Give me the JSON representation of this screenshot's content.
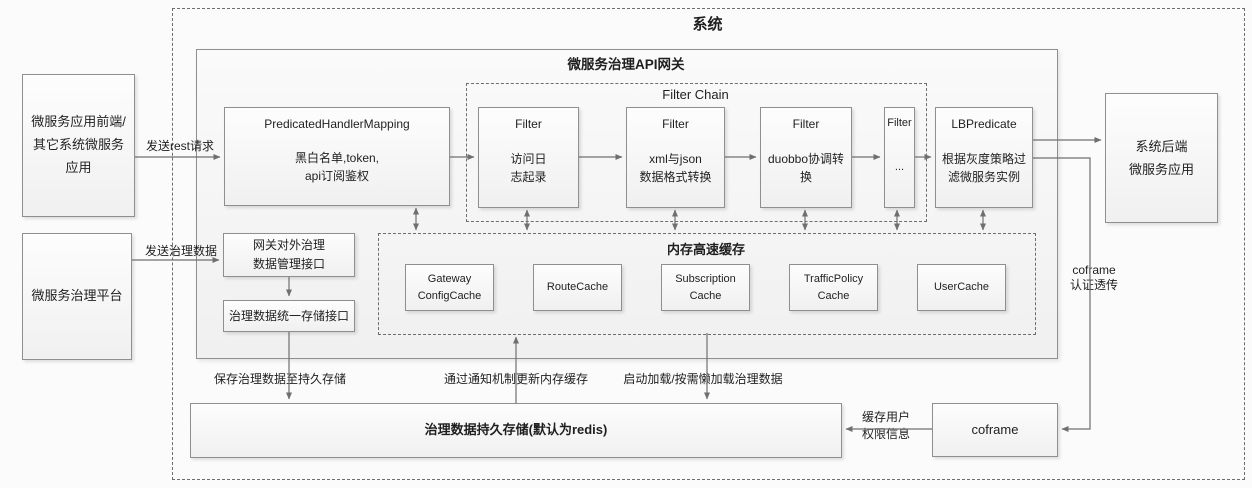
{
  "regions": {
    "system_title": "系统",
    "gateway_title": "微服务治理API网关",
    "filter_chain_title": "Filter Chain",
    "memory_cache_title": "内存高速缓存"
  },
  "nodes": {
    "frontend": {
      "lines": [
        "微服务应用前端/",
        "其它系统微服务",
        "应用"
      ]
    },
    "platform": {
      "lines": [
        "微服务治理平台"
      ]
    },
    "phm": {
      "title": "PredicatedHandlerMapping",
      "lines": [
        "黑白名单,token,",
        "api订阅鉴权"
      ]
    },
    "filter1": {
      "title": "Filter",
      "lines": [
        "访问日",
        "志起录"
      ]
    },
    "filter2": {
      "title": "Filter",
      "lines": [
        "xml与json",
        "数据格式转换"
      ]
    },
    "filter3": {
      "title": "Filter",
      "lines": [
        "duobbo协调转",
        "换"
      ]
    },
    "filter4": {
      "title": "Filter",
      "lines": [
        "..."
      ]
    },
    "lb": {
      "title": "LBPredicate",
      "lines": [
        "根据灰度策略过",
        "滤微服务实例"
      ]
    },
    "backend": {
      "lines": [
        "系统后端",
        "微服务应用"
      ]
    },
    "gw_mgmt": {
      "lines": [
        "网关对外治理",
        "数据管理接口"
      ]
    },
    "storage_if": {
      "lines": [
        "治理数据统一存储接口"
      ]
    },
    "cache1": {
      "lines": [
        "Gateway",
        "ConfigCache"
      ]
    },
    "cache2": {
      "lines": [
        "RouteCache"
      ]
    },
    "cache3": {
      "lines": [
        "Subscription",
        "Cache"
      ]
    },
    "cache4": {
      "lines": [
        "TrafficPolicy",
        "Cache"
      ]
    },
    "cache5": {
      "lines": [
        "UserCache"
      ]
    },
    "persist": {
      "lines": [
        "治理数据持久存储(默认为redis)"
      ]
    },
    "coframe": {
      "lines": [
        "coframe"
      ]
    }
  },
  "edge_labels": {
    "send_rest": "发送rest请求",
    "send_gov": "发送治理数据",
    "save_gov": "保存治理数据至持久存储",
    "notify_update": "通过通知机制更新内存缓存",
    "lazy_load": "启动加载/按需懒加载治理数据",
    "cache_user": [
      "缓存用户",
      "权限信息"
    ],
    "coframe_auth": [
      "coframe",
      "认证透传"
    ]
  },
  "colors": {
    "line": "#6f6f6f",
    "box_border": "#8f8f8f",
    "box_fill": "#f5f5f5",
    "background": "#fbfbfb",
    "text": "#1f1f1f"
  }
}
